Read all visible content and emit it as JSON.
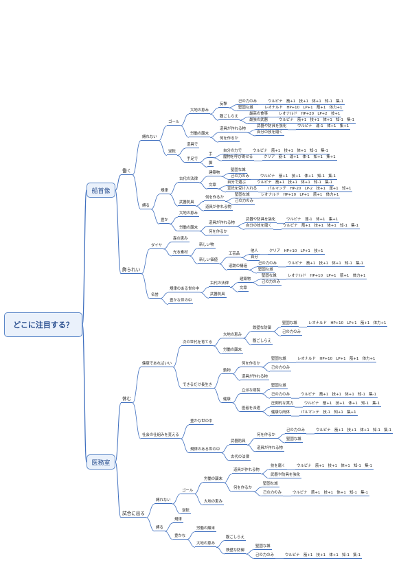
{
  "root": "どこに注目する？",
  "categories": [
    {
      "label": "船首像",
      "children": [
        {
          "label": "働く",
          "children": [
            {
              "label": "縛れない",
              "children": [
                {
                  "label": "ゴール",
                  "children": [
                    {
                      "label": "大地の恵み",
                      "children": [
                        {
                          "label": "反撃",
                          "children": [
                            {
                              "label": "己の力のみ",
                              "children": [
                                {
                                  "label": "ウルピナ　筋+1　技+1　体+1　知-1　集-1"
                                }
                              ]
                            },
                            {
                              "label": "堅固な城",
                              "children": [
                                {
                                  "label": "レオナルド　HP+10　LP+1　筋+1　体力+1"
                                }
                              ]
                            }
                          ]
                        },
                        {
                          "label": "腹ごしらえ",
                          "children": [
                            {
                              "label": "最高の食事",
                              "children": [
                                {
                                  "label": "レオナルド　HP+20　LP+2　技+1"
                                }
                              ]
                            },
                            {
                              "label": "最強の武器",
                              "children": [
                                {
                                  "label": "ウルピナ　筋+1　技+1　体+1　知-1　集-1"
                                }
                              ]
                            }
                          ]
                        }
                      ]
                    },
                    {
                      "label": "労働の顛末",
                      "children": [
                        {
                          "label": "道具が作れる物",
                          "children": [
                            {
                              "label": "武器や防具を強化",
                              "children": [
                                {
                                  "label": "ウルピナ　運-1　体+1　集+1"
                                }
                              ]
                            },
                            {
                              "label": "自分の技を磨く"
                            }
                          ]
                        },
                        {
                          "label": "何を作るか"
                        }
                      ]
                    }
                  ]
                },
                {
                  "label": "逆転",
                  "children": [
                    {
                      "label": "道具で"
                    },
                    {
                      "label": "手足で",
                      "children": [
                        {
                          "label": "手",
                          "children": [
                            {
                              "label": "自分の力で",
                              "children": [
                                {
                                  "label": "ウルピナ　筋+1　技+1　体+1　知-1　集-1"
                                }
                              ]
                            },
                            {
                              "label": "魔物を呼び寄せる",
                              "children": [
                                {
                                  "label": "クリア　筋-1　運+1　体-1　知+1　集+1"
                                }
                              ]
                            }
                          ]
                        },
                        {
                          "label": "脚"
                        }
                      ]
                    }
                  ]
                }
              ]
            },
            {
              "label": "縛る",
              "children": [
                {
                  "label": "規律",
                  "children": [
                    {
                      "label": "古代の法律",
                      "children": [
                        {
                          "label": "建築物",
                          "children": [
                            {
                              "label": "堅固な城"
                            },
                            {
                              "label": "己の力のみ",
                              "children": [
                                {
                                  "label": "ウルピナ　筋+1　技+1　体+1　知-1　集-1"
                                }
                              ]
                            }
                          ]
                        },
                        {
                          "label": "文章",
                          "children": [
                            {
                              "label": "自分で選ぶ",
                              "children": [
                                {
                                  "label": "ウルピナ　筋+1　技+1　体+1　知-1　集-1"
                                }
                              ]
                            },
                            {
                              "label": "宣託を受け入れる",
                              "children": [
                                {
                                  "label": "パルマンテ　HP-20　LP-2　技+1　運+1　知+1"
                                }
                              ]
                            }
                          ]
                        }
                      ]
                    },
                    {
                      "label": "武器防具",
                      "children": [
                        {
                          "label": "何を作るか",
                          "children": [
                            {
                              "label": "堅固な城",
                              "children": [
                                {
                                  "label": "レオナルド　HP+10　LP+1　筋+1　体力+1"
                                }
                              ]
                            },
                            {
                              "label": "己の力のみ"
                            }
                          ]
                        },
                        {
                          "label": "道具が作れる物"
                        }
                      ]
                    }
                  ]
                },
                {
                  "label": "豊か",
                  "children": [
                    {
                      "label": "大地の恵み"
                    },
                    {
                      "label": "労働の顛末",
                      "children": [
                        {
                          "label": "道具が作れる物",
                          "children": [
                            {
                              "label": "武器や防具を強化",
                              "children": [
                                {
                                  "label": "ウルピナ　運-1　体+1　集+1"
                                }
                              ]
                            },
                            {
                              "label": "自分の技を磨く",
                              "children": [
                                {
                                  "label": "ウルピナ　筋+1　技+1　体+1　知-1　集-1"
                                }
                              ]
                            }
                          ]
                        },
                        {
                          "label": "何を作るか"
                        }
                      ]
                    }
                  ]
                }
              ]
            }
          ]
        },
        {
          "label": "飾られい",
          "children": [
            {
              "label": "ダイヤ",
              "children": [
                {
                  "label": "森の恵み"
                },
                {
                  "label": "光る素材",
                  "children": [
                    {
                      "label": "新しい物"
                    },
                    {
                      "label": "新しい価値",
                      "children": [
                        {
                          "label": "工芸品",
                          "children": [
                            {
                              "label": "他人",
                              "children": [
                                {
                                  "label": "クリア　HP+10　LP+1　技+1"
                                }
                              ]
                            },
                            {
                              "label": "自分"
                            }
                          ]
                        },
                        {
                          "label": "道跡の構造",
                          "children": [
                            {
                              "label": "己の力のみ",
                              "children": [
                                {
                                  "label": "ウルピナ　筋+1　技+1　体+1　知-1　集-1"
                                }
                              ]
                            },
                            {
                              "label": "堅固な城"
                            }
                          ]
                        }
                      ]
                    }
                  ]
                }
              ]
            },
            {
              "label": "名誉",
              "children": [
                {
                  "label": "規律のある世の中",
                  "children": [
                    {
                      "label": "古代の法律",
                      "children": [
                        {
                          "label": "建築物",
                          "children": [
                            {
                              "label": "堅固な城",
                              "children": [
                                {
                                  "label": "レオナルド　HP+10　LP+1　筋+1　体力+1"
                                }
                              ]
                            },
                            {
                              "label": "己の力のみ"
                            }
                          ]
                        },
                        {
                          "label": "文章"
                        }
                      ]
                    },
                    {
                      "label": "武器防具"
                    }
                  ]
                },
                {
                  "label": "豊かな世の中"
                }
              ]
            }
          ]
        }
      ]
    },
    {
      "label": "医務室",
      "children": [
        {
          "label": "休む",
          "children": [
            {
              "label": "健康であればいい",
              "children": [
                {
                  "label": "次の世代を育てる",
                  "children": [
                    {
                      "label": "大地の恵み",
                      "children": [
                        {
                          "label": "鉄壁な防御",
                          "children": [
                            {
                              "label": "堅固な城",
                              "children": [
                                {
                                  "label": "レオナルド　HP+10　LP+1　筋+1　体力+1"
                                }
                              ]
                            },
                            {
                              "label": "己の力のみ"
                            }
                          ]
                        },
                        {
                          "label": "腹ごしらえ"
                        }
                      ]
                    },
                    {
                      "label": "労働の顛末"
                    }
                  ]
                },
                {
                  "label": "できるだけ長生き",
                  "children": [
                    {
                      "label": "動物",
                      "children": [
                        {
                          "label": "何を作るか",
                          "children": [
                            {
                              "label": "堅固な城",
                              "children": [
                                {
                                  "label": "レオナルド　HP+10　LP+1　筋+1　体力+1"
                                }
                              ]
                            },
                            {
                              "label": "己の力のみ"
                            }
                          ]
                        },
                        {
                          "label": "道具が作れる物"
                        }
                      ]
                    },
                    {
                      "label": "健康",
                      "children": [
                        {
                          "label": "立派な病院",
                          "children": [
                            {
                              "label": "堅固な城"
                            },
                            {
                              "label": "己の力のみ",
                              "children": [
                                {
                                  "label": "ウルピナ　筋+1　技+1　体+1　知-1　集-1"
                                }
                              ]
                            }
                          ]
                        },
                        {
                          "label": "医者を派遣",
                          "children": [
                            {
                              "label": "圧倒的な実力",
                              "children": [
                                {
                                  "label": "ウルピナ　筋+1　技+1　体+1　知-1　集-1"
                                }
                              ]
                            },
                            {
                              "label": "健康な肉体",
                              "children": [
                                {
                                  "label": "パルマンテ　技-1　知+1　集+1"
                                }
                              ]
                            }
                          ]
                        }
                      ]
                    }
                  ]
                }
              ]
            },
            {
              "label": "社会の仕組みを変える",
              "children": [
                {
                  "label": "豊かな世の中"
                },
                {
                  "label": "規律のある世の中",
                  "children": [
                    {
                      "label": "武器防具",
                      "children": [
                        {
                          "label": "何を作るか",
                          "children": [
                            {
                              "label": "己の力のみ",
                              "children": [
                                {
                                  "label": "ウルピナ　筋+1　技+1　体+1　知-1　集-1"
                                }
                              ]
                            },
                            {
                              "label": "堅固な城"
                            }
                          ]
                        },
                        {
                          "label": "道具が作れる物"
                        }
                      ]
                    },
                    {
                      "label": "古代の法律"
                    }
                  ]
                }
              ]
            }
          ]
        },
        {
          "label": "試合に出る",
          "children": [
            {
              "label": "縛れない",
              "children": [
                {
                  "label": "ゴール",
                  "children": [
                    {
                      "label": "労働の顛末",
                      "children": [
                        {
                          "label": "道具が作れる物",
                          "children": [
                            {
                              "label": "技を磨く",
                              "children": [
                                {
                                  "label": "ウルピナ　筋+1　技+1　体+1　知-1　集-1"
                                }
                              ]
                            },
                            {
                              "label": "武器や防具を強化"
                            }
                          ]
                        },
                        {
                          "label": "何を作るか",
                          "children": [
                            {
                              "label": "堅固な城"
                            },
                            {
                              "label": "己の力のみ",
                              "children": [
                                {
                                  "label": "ウルピナ　筋+1　技+1　体+1　知-1　集-1"
                                }
                              ]
                            }
                          ]
                        }
                      ]
                    },
                    {
                      "label": "大地の恵み"
                    }
                  ]
                },
                {
                  "label": "逆転"
                }
              ]
            },
            {
              "label": "縛る",
              "children": [
                {
                  "label": "規律"
                },
                {
                  "label": "豊かな",
                  "children": [
                    {
                      "label": "労働の顛末"
                    },
                    {
                      "label": "大地の恵み",
                      "children": [
                        {
                          "label": "腹ごしらえ"
                        },
                        {
                          "label": "鉄壁な防御",
                          "children": [
                            {
                              "label": "堅固な城"
                            },
                            {
                              "label": "己の力のみ",
                              "children": [
                                {
                                  "label": "ウルピナ　筋+1　技+1　体+1　知-1　集-1"
                                }
                              ]
                            }
                          ]
                        }
                      ]
                    }
                  ]
                }
              ]
            }
          ]
        }
      ]
    }
  ]
}
